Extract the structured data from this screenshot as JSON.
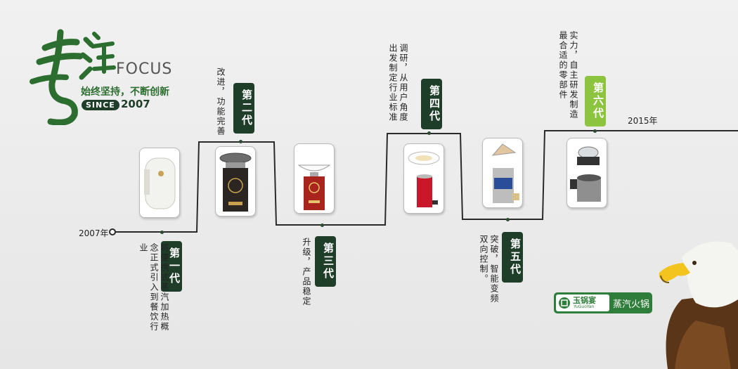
{
  "logo": {
    "calligraphy": "专注",
    "focus": "FOCUS",
    "slogan": "始终坚持，不断创新",
    "since_badge": "SINCE",
    "since_year": "2007",
    "colors": {
      "green": "#2c6e2f",
      "dark": "#1f3e2a"
    }
  },
  "timeline": {
    "start_year": "2007年",
    "end_year": "2015年",
    "generations": [
      {
        "label": "第一代",
        "desc": "将便携式蒸汽加热概念正式引入到餐饮行业"
      },
      {
        "label": "第二代",
        "desc": "改进，功能完善"
      },
      {
        "label": "第三代",
        "desc": "升级，产品稳定"
      },
      {
        "label": "第四代",
        "desc": "调研，从用户角度出发制定行业标准"
      },
      {
        "label": "第五代",
        "desc": "突破，智能变频双向控制。"
      },
      {
        "label": "第六代",
        "desc": "实力，自主研发制造最合适的零部件"
      }
    ]
  },
  "brand": {
    "logo_text": "玉锅宴",
    "logo_pinyin": "YuGuoYan",
    "product": "蒸汽火锅"
  }
}
